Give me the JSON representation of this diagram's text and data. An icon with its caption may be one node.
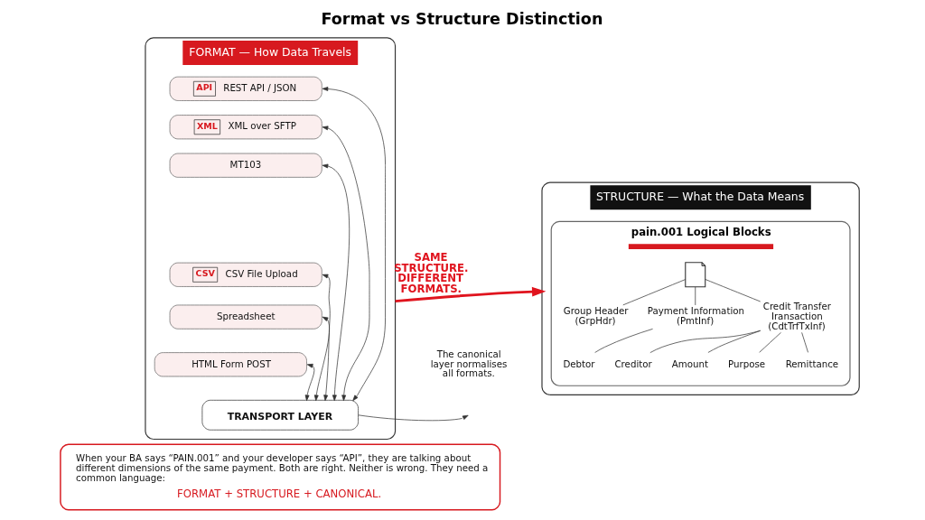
{
  "diagram": {
    "title": "Format vs Structure Distinction",
    "nodes": [
      {
        "text": [
          "FORMAT — How Data Travels"
        ]
      },
      {
        "text": [
          "API",
          "REST API / JSON"
        ],
        "in": 0
      },
      {
        "text": [
          "XML",
          "XML over SFTP"
        ],
        "in": 0
      },
      {
        "text": [
          "MT103"
        ],
        "in": 0
      },
      {
        "text": [
          "CSV",
          "CSV File Upload"
        ],
        "in": 0
      },
      {
        "text": [
          "Spreadsheet"
        ],
        "in": 0
      },
      {
        "text": [
          "HTML Form POST"
        ],
        "in": 0
      },
      {
        "text": [
          "TRANSPORT LAYER"
        ],
        "in": 0
      },
      {
        "text": [
          "STRUCTURE — What the Data Means"
        ]
      },
      {
        "text": [
          "pain.001 Logical Blocks"
        ],
        "in": 8
      },
      {
        "text": [],
        "shape": "picture",
        "in": 9
      },
      {
        "text": [
          "Group Header (GrpHdr)"
        ],
        "in": 9
      },
      {
        "text": [
          "Payment Information (PmtInf)"
        ],
        "in": 9
      },
      {
        "text": [
          "Debtor"
        ],
        "in": 9
      },
      {
        "text": [
          "Credit Transfer Iransaction (CdtTrfTxInf)"
        ],
        "in": 9
      },
      {
        "text": [
          "Creditor"
        ],
        "in": 9
      },
      {
        "text": [
          "Amount"
        ],
        "in": 9
      },
      {
        "text": [
          "Purpose"
        ],
        "in": 9
      },
      {
        "text": [
          "Remittance"
        ],
        "in": 9
      },
      {
        "text": [
          "When your BA says “PAIN.001” and your developer says “API”, they are talking about different dimensions of the same payment. Both are right. Neither is wrong. They need a common language:",
          "FORMAT + STRUCTURE + CANONICAL."
        ]
      }
    ],
    "edges": [
      {
        "from": 1,
        "to": 7,
        "arrow": "both"
      },
      {
        "from": 2,
        "to": 7,
        "arrow": "both"
      },
      {
        "from": 3,
        "to": 7,
        "arrow": "both"
      },
      {
        "from": 4,
        "to": 7,
        "arrow": "both"
      },
      {
        "from": 5,
        "to": 7,
        "arrow": "both"
      },
      {
        "from": 6,
        "to": 7,
        "arrow": "both"
      },
      {
        "from": 7,
        "to": null,
        "arrow": "to"
      },
      {
        "from": 0,
        "to": 8,
        "arrow": "to",
        "label": "SAME STRUCTURE. DIFFERENT FORMATS.",
        "style": "thick",
        "color": "#e0141e"
      },
      {
        "from": 10,
        "to": 11,
        "arrow": "none"
      },
      {
        "from": 10,
        "to": 12,
        "arrow": "none"
      },
      {
        "from": 10,
        "to": 14,
        "arrow": "none"
      },
      {
        "from": 12,
        "to": 13,
        "arrow": "none"
      },
      {
        "from": 14,
        "to": 15,
        "arrow": "none"
      },
      {
        "from": 14,
        "to": 16,
        "arrow": "none"
      },
      {
        "from": 14,
        "to": 17,
        "arrow": "none"
      },
      {
        "from": 14,
        "to": 18,
        "arrow": "none"
      }
    ],
    "labels": [
      "The canonical layer normalises all formats."
    ]
  }
}
